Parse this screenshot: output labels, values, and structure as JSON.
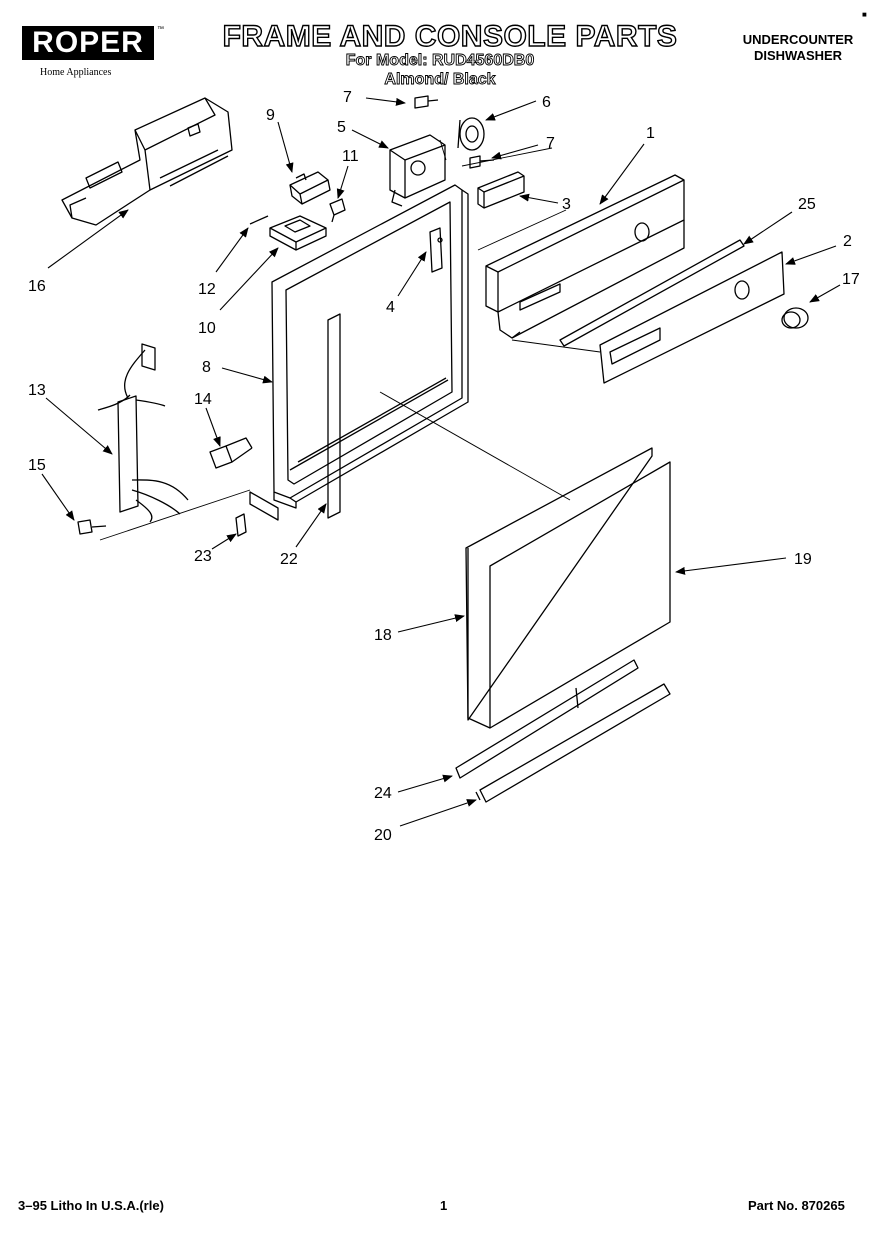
{
  "header": {
    "brand": "ROPER",
    "brand_tm": "™",
    "brand_sub": "Home Appliances",
    "title": "FRAME AND CONSOLE PARTS",
    "model_line": "For Model: RUD4560DB0",
    "color_line": "Almond/ Black",
    "category_line1": "UNDERCOUNTER",
    "category_line2": "DISHWASHER",
    "corner_mark": "■"
  },
  "callouts": [
    {
      "id": "c16a",
      "label": "16"
    },
    {
      "id": "c9",
      "label": "9"
    },
    {
      "id": "c7a",
      "label": "7"
    },
    {
      "id": "c6",
      "label": "6"
    },
    {
      "id": "c5",
      "label": "5"
    },
    {
      "id": "c11",
      "label": "11"
    },
    {
      "id": "c1",
      "label": "1"
    },
    {
      "id": "c7b",
      "label": "7"
    },
    {
      "id": "c3",
      "label": "3"
    },
    {
      "id": "c25",
      "label": "25"
    },
    {
      "id": "c2",
      "label": "2"
    },
    {
      "id": "c17",
      "label": "17"
    },
    {
      "id": "c12",
      "label": "12"
    },
    {
      "id": "c10",
      "label": "10"
    },
    {
      "id": "c4",
      "label": "4"
    },
    {
      "id": "c8",
      "label": "8"
    },
    {
      "id": "c13",
      "label": "13"
    },
    {
      "id": "c14",
      "label": "14"
    },
    {
      "id": "c15",
      "label": "15"
    },
    {
      "id": "c23",
      "label": "23"
    },
    {
      "id": "c22",
      "label": "22"
    },
    {
      "id": "c19",
      "label": "19"
    },
    {
      "id": "c18",
      "label": "18"
    },
    {
      "id": "c24",
      "label": "24"
    },
    {
      "id": "c20",
      "label": "20"
    }
  ],
  "footer": {
    "left": "3–95 Litho In U.S.A.(rle)",
    "page": "1",
    "part_no": "Part No. 870265"
  }
}
